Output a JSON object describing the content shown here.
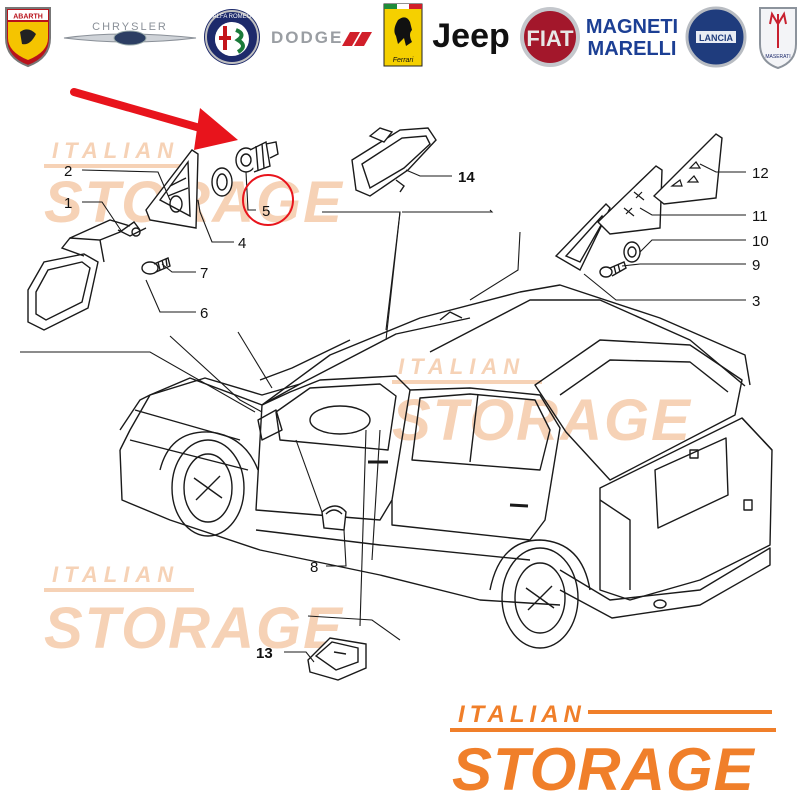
{
  "brands": {
    "abarth": "ABARTH",
    "chrysler": "CHRYSLER",
    "alfa": "ALFA ROMEO",
    "dodge": "DODGE",
    "ferrari": "Ferrari",
    "jeep": "Jeep",
    "fiat": "FIAT",
    "magneti_line1": "MAGNETI",
    "magneti_line2": "MARELLI",
    "lancia": "LANCIA",
    "maserati": "MASERATI"
  },
  "watermark": {
    "line1": "ITALIAN",
    "line2": "STORAGE"
  },
  "footer_logo": {
    "line1": "ITALIAN",
    "line2": "STORAGE"
  },
  "callouts": [
    {
      "id": "1",
      "label": "1"
    },
    {
      "id": "2",
      "label": "2"
    },
    {
      "id": "3",
      "label": "3"
    },
    {
      "id": "4",
      "label": "4"
    },
    {
      "id": "5",
      "label": "5"
    },
    {
      "id": "6",
      "label": "6"
    },
    {
      "id": "7",
      "label": "7"
    },
    {
      "id": "8",
      "label": "8"
    },
    {
      "id": "9",
      "label": "9"
    },
    {
      "id": "10",
      "label": "10"
    },
    {
      "id": "11",
      "label": "11"
    },
    {
      "id": "12",
      "label": "12"
    },
    {
      "id": "13",
      "label": "13"
    },
    {
      "id": "14",
      "label": "14"
    }
  ],
  "highlight": {
    "part": "5",
    "arrow_color": "#e8141c",
    "circle_color": "#e8141c"
  },
  "colors": {
    "orange": "#f07f2a",
    "watermark": "#f6d2b6",
    "line": "#1a1a1a"
  }
}
